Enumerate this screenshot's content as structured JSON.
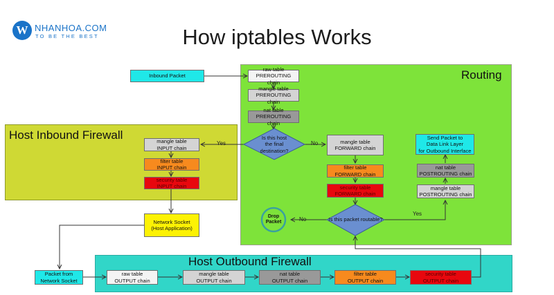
{
  "brand": {
    "logo_letter": "W",
    "name": "NHANHOA.COM",
    "tagline": "TO BE THE BEST"
  },
  "title": "How iptables Works",
  "regions": {
    "routing": "Routing",
    "inbound": "Host Inbound Firewall",
    "outbound": "Host Outbound Firewall"
  },
  "nodes": {
    "inbound_packet": "Inbound Packet",
    "raw_pre": "raw table\nPREROUTING chain",
    "mangle_pre": "mangle table\nPREROUTING chain",
    "nat_pre": "nat table\nPREROUTING chain",
    "final_dest": "Is this host\nthe final\ndestination?",
    "mangle_input": "mangle table\nINPUT chain",
    "filter_input": "filter table\nINPUT chain",
    "security_input": "security table\nINPUT chain",
    "network_socket": "Network Socket\n(Host Application)",
    "mangle_forward": "mangle table\nFORWARD chain",
    "filter_forward": "filter table\nFORWARD chain",
    "security_forward": "security table\nFORWARD chain",
    "routable": "Is this packet routable?",
    "drop_packet": "Drop\nPacket",
    "send_packet": "Send Packet to\nData Link Layer\nfor Outbound Interface",
    "nat_post": "nat table\nPOSTROUTING chain",
    "mangle_post": "mangle table\nPOSTROUTING chain",
    "packet_from_socket": "Packet from\nNetwork Socket",
    "raw_output": "raw table\nOUTPUT chain",
    "mangle_output": "mangle table\nOUTPUT chain",
    "nat_output": "nat table\nOUTPUT chain",
    "filter_output": "filter table\nOUTPUT chain",
    "security_output": "security table\nOUTPUT chain"
  },
  "edge_labels": {
    "yes_input": "Yes",
    "no_forward": "No",
    "no_drop": "No",
    "yes_post": "Yes"
  },
  "colors": {
    "routing_bg": "#7ee33a",
    "inbound_bg": "#cfd934",
    "outbound_bg": "#31d6c8",
    "cyan": "#1fe8e8",
    "orange": "#f78a1e",
    "red": "#e8070e",
    "yellow": "#fdf204",
    "diamond": "#6a8fd0"
  }
}
